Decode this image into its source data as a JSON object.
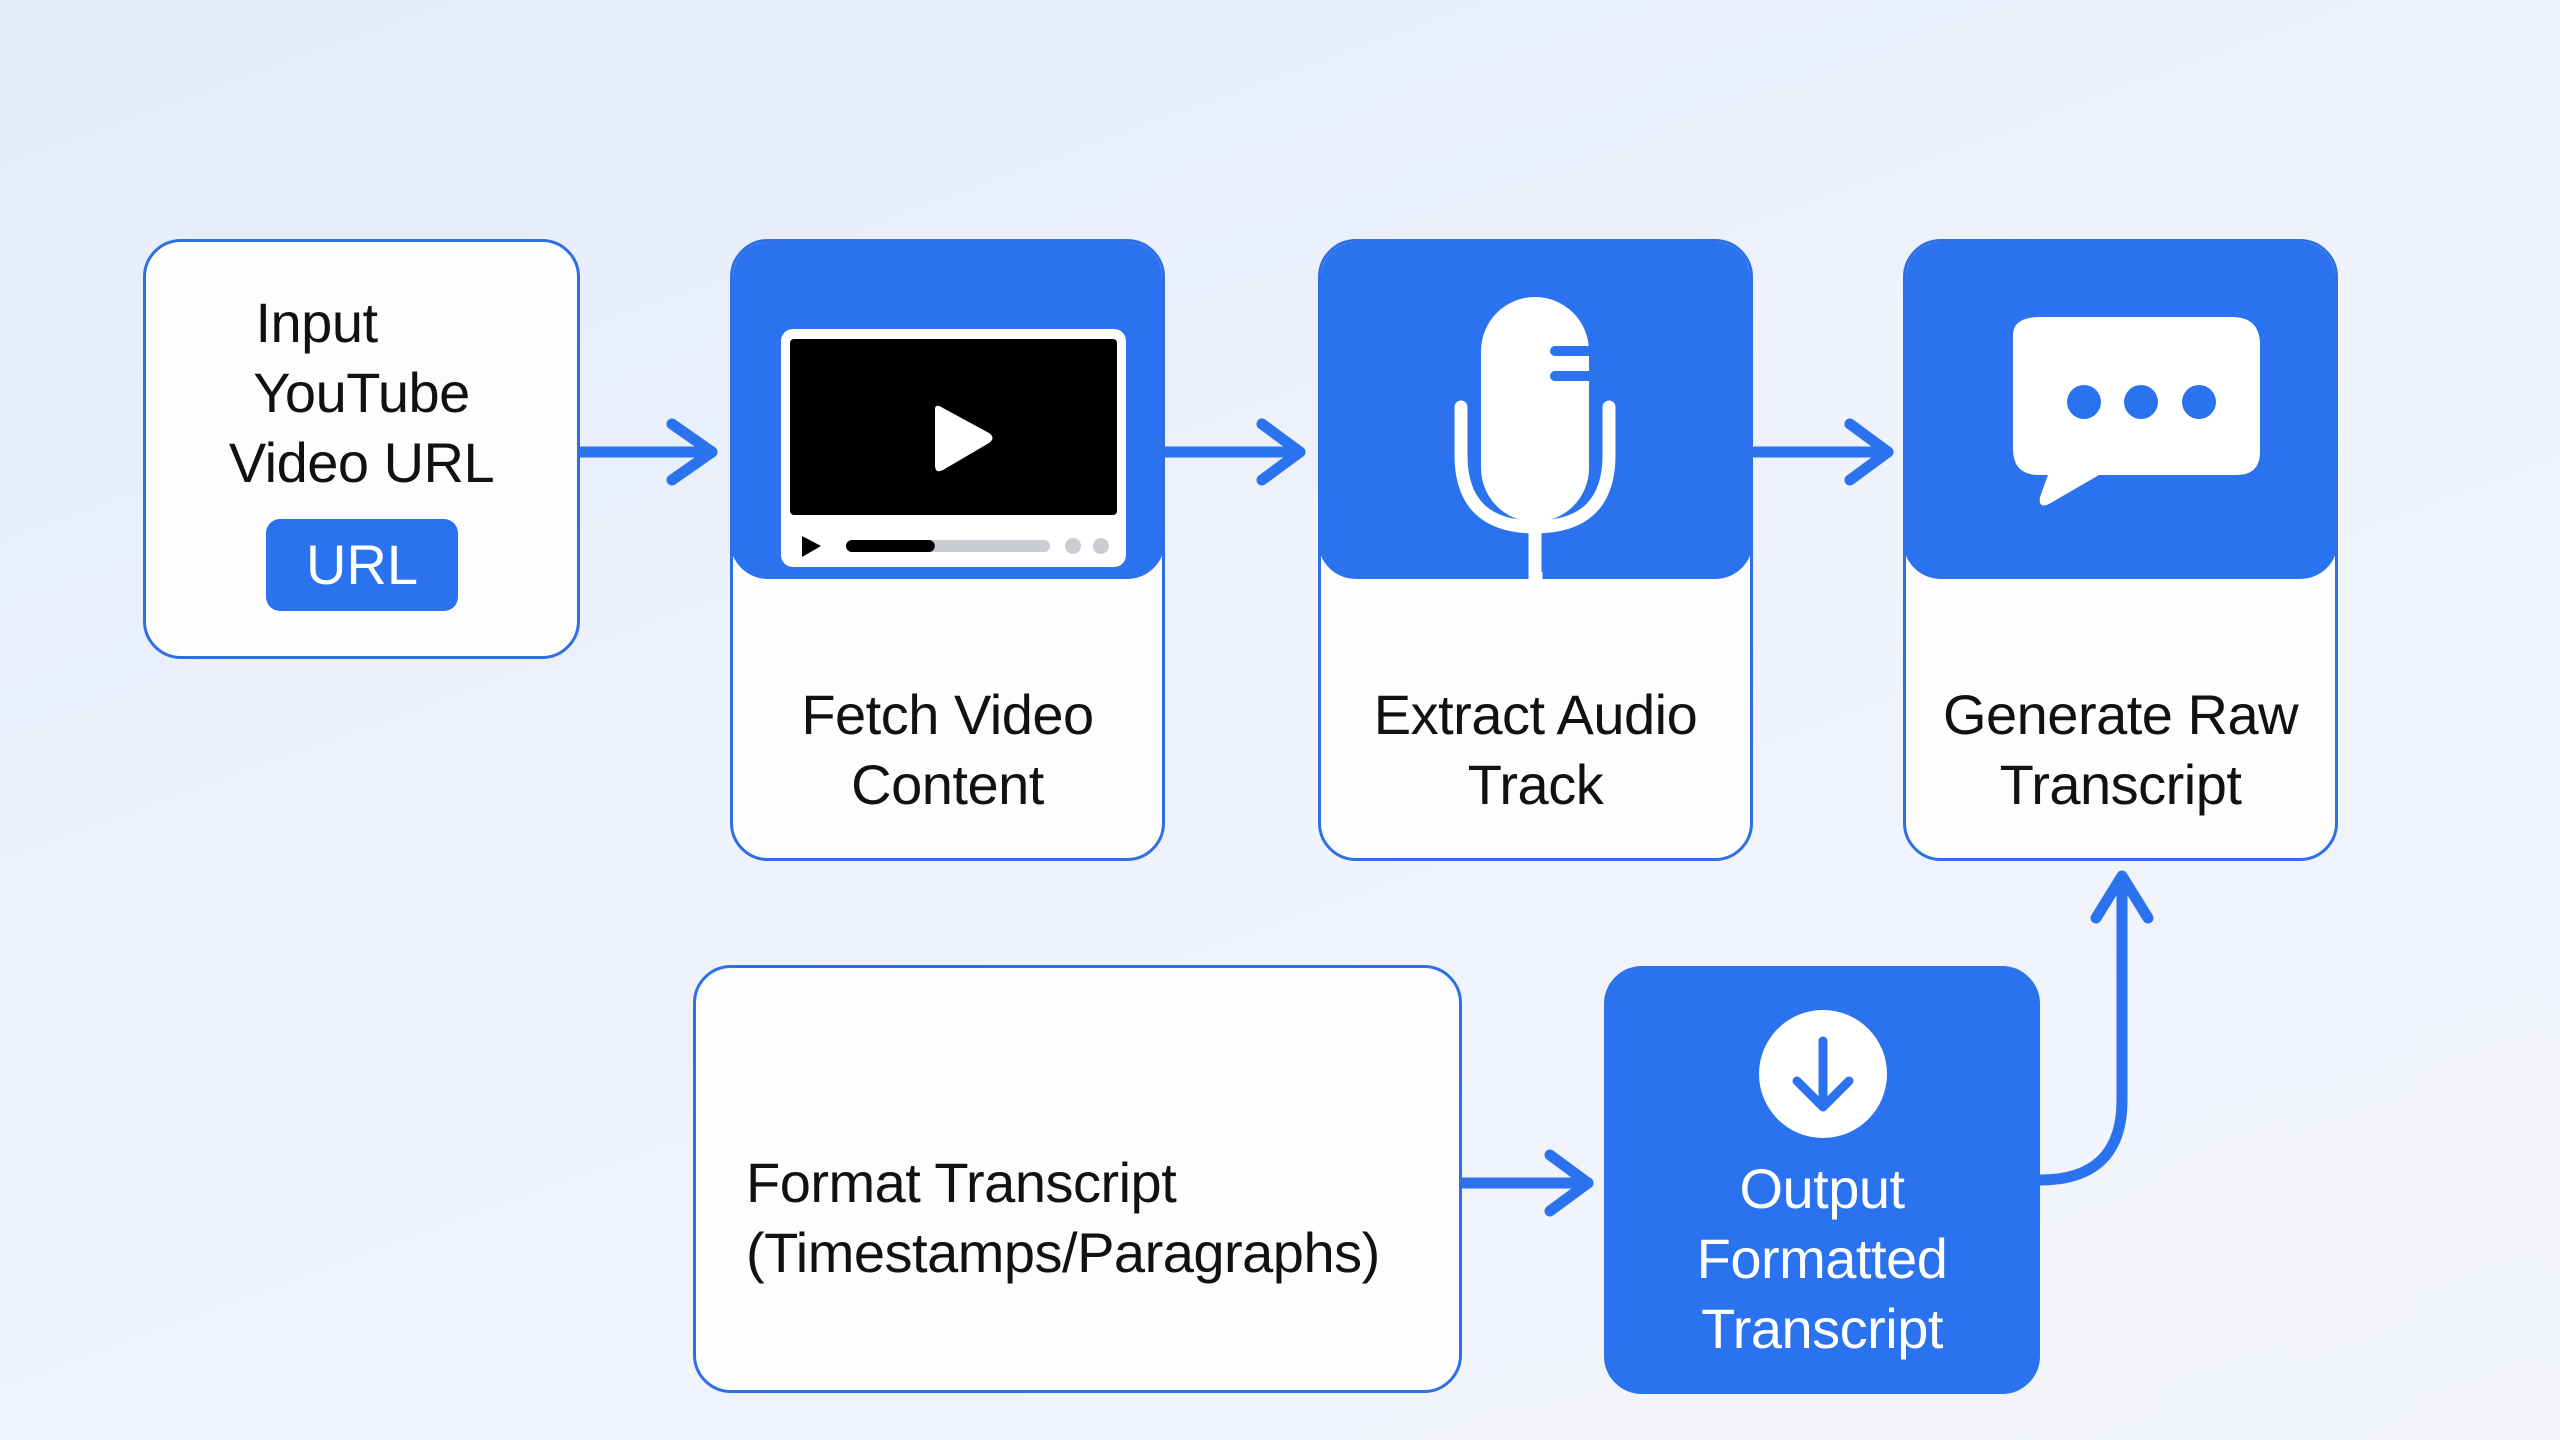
{
  "diagram": {
    "colors": {
      "accent": "#2a72ee",
      "border": "#2f6fe6",
      "card": "#fdfdfe",
      "text": "#111111"
    },
    "nodes": {
      "input": {
        "lines": [
          "Input",
          "YouTube",
          "Video URL"
        ],
        "badge": "URL"
      },
      "fetch": {
        "lines": [
          "Fetch Video",
          "Content"
        ],
        "icon": "video-player-icon"
      },
      "extract": {
        "lines": [
          "Extract Audio",
          "Track"
        ],
        "icon": "microphone-icon"
      },
      "generate": {
        "lines": [
          "Generate Raw",
          "Transcript"
        ],
        "icon": "chat-bubble-icon"
      },
      "format": {
        "lines": [
          "Format Transcript",
          "(Timestamps/Paragraphs)"
        ]
      },
      "output": {
        "lines": [
          "Output",
          "Formatted",
          "Transcript"
        ],
        "icon": "download-icon"
      }
    },
    "edges": [
      [
        "input",
        "fetch"
      ],
      [
        "fetch",
        "extract"
      ],
      [
        "extract",
        "generate"
      ],
      [
        "format",
        "output"
      ],
      [
        "output",
        "generate"
      ]
    ],
    "video_progress": 0.4
  }
}
